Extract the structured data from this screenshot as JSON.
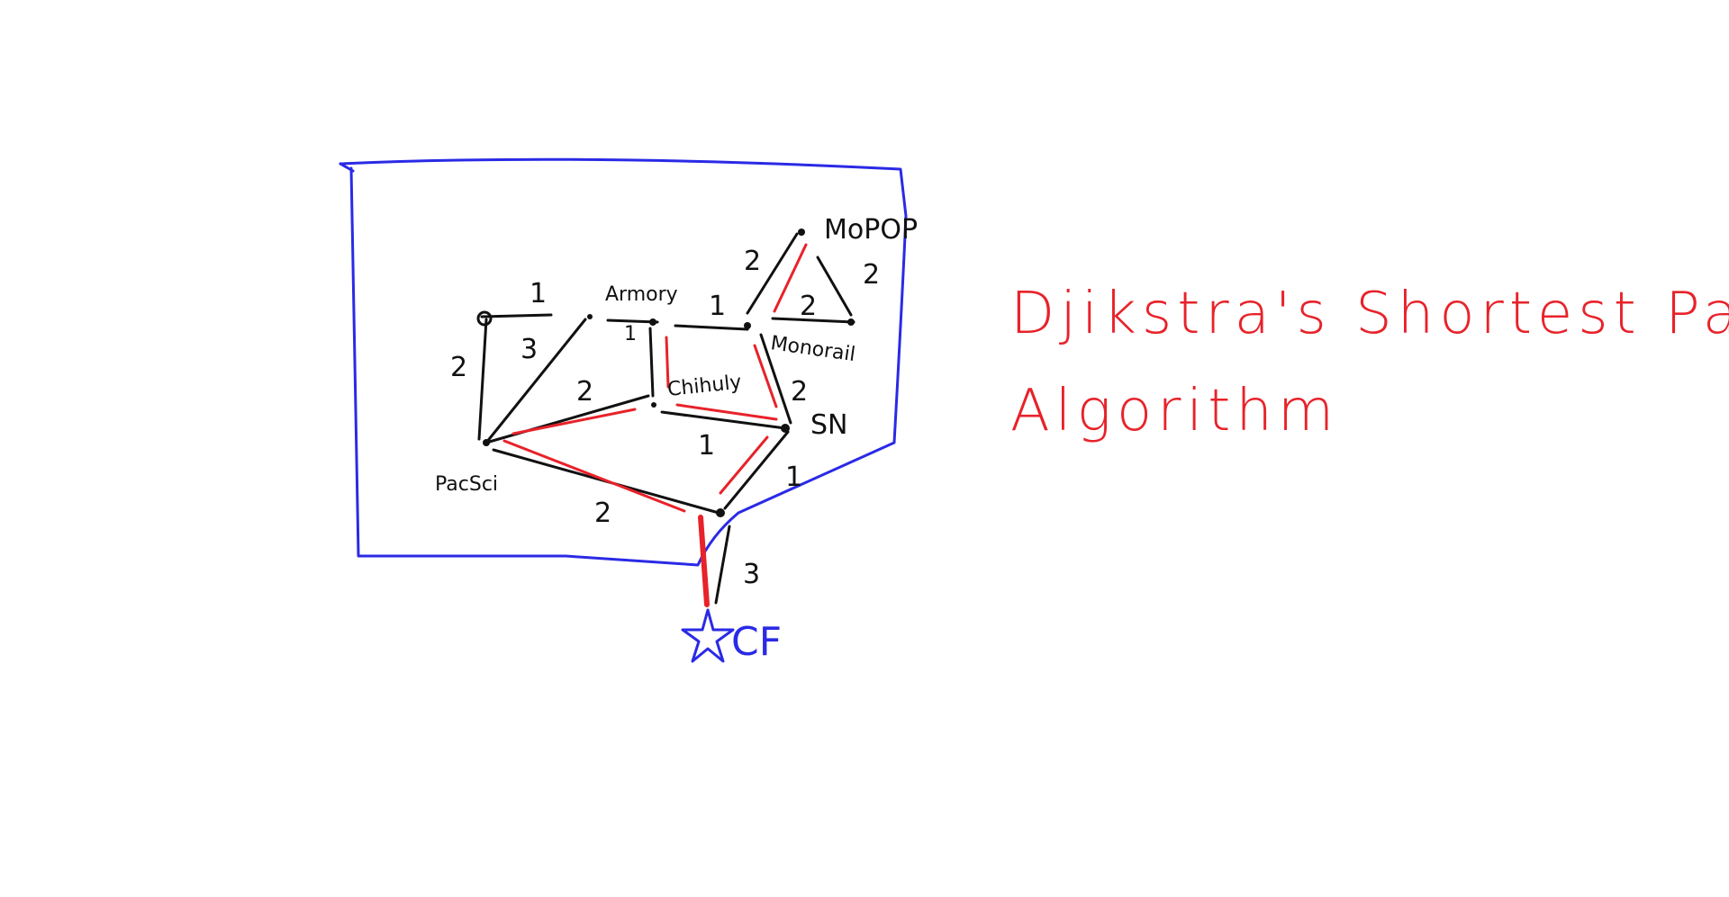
{
  "title": {
    "line1": "Djikstra's Shortest Path",
    "line2": "Algorithm"
  },
  "colors": {
    "frame": "#2a2ae6",
    "edges": "#111111",
    "path": "#e8222a",
    "start": "#2a2ae6"
  },
  "nodes": {
    "armory": "Armory",
    "mopop": "MoPOP",
    "monorail": "Monorail",
    "chihuly": "Chihuly",
    "sn": "SN",
    "pacsci": "PacSci",
    "cf": "CF"
  },
  "weights": {
    "top_left": "1",
    "left_vertical": "2",
    "left_diagonal": "3",
    "armory_short": "1",
    "armory_monorail": "1",
    "mopop_left": "2",
    "mopop_right": "2",
    "mopop_base": "2",
    "pacsci_chihuly": "2",
    "monorail_sn": "2",
    "chihuly_sn": "1",
    "sn_lower": "1",
    "pacsci_lower": "2",
    "lower_cf": "3"
  },
  "start_icon": "star-icon"
}
